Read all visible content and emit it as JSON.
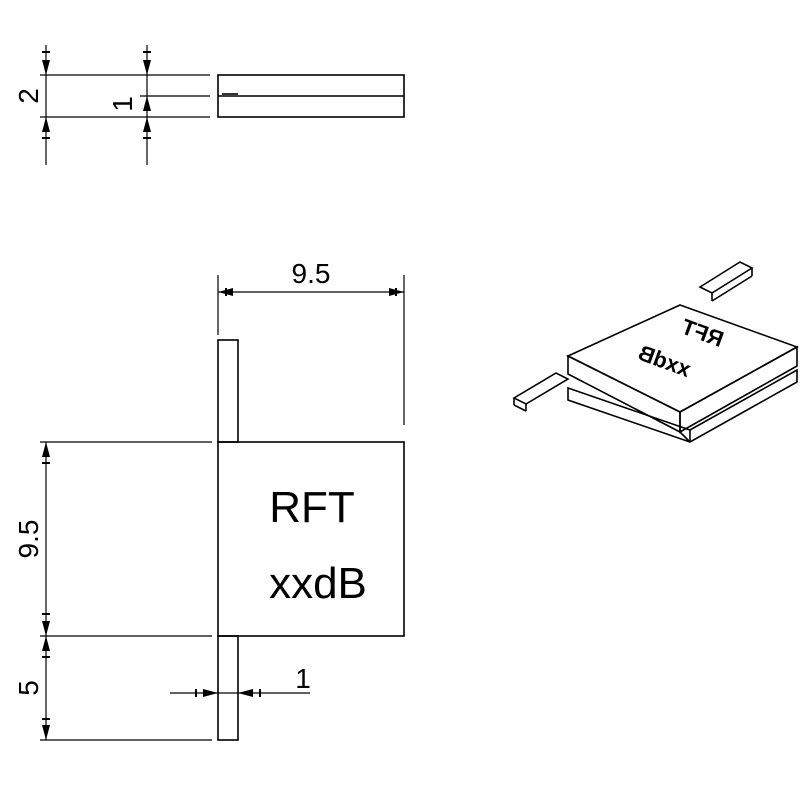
{
  "side_view": {
    "dim_height": "2",
    "dim_thickness": "1"
  },
  "front_view": {
    "dim_width": "9.5",
    "dim_body_height": "9.5",
    "dim_lead_length": "5",
    "dim_lead_width": "1",
    "body_label_line1": "RFT",
    "body_label_line2": "xxdB"
  },
  "iso_view": {
    "label_line1": "RFT",
    "label_line2": "xxdB"
  },
  "colors": {
    "line": "#000000",
    "background": "#ffffff"
  }
}
